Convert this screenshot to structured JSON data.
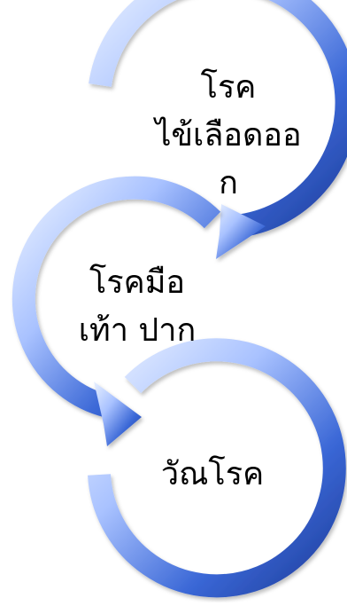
{
  "diagram": {
    "type": "cyclic-arrows",
    "steps": [
      {
        "lines": [
          "โรค",
          "ไข้เลือดออ",
          "ก"
        ]
      },
      {
        "lines": [
          "โรคมือ",
          "เท้า ปาก"
        ]
      },
      {
        "lines": [
          "วัณโรค"
        ]
      }
    ],
    "colors": {
      "arrow_dark": "#1f3e9c",
      "arrow_mid": "#3a67d6",
      "arrow_light": "#a9c2ff",
      "arrow_highlight": "#e8f0ff",
      "text": "#000000"
    }
  }
}
